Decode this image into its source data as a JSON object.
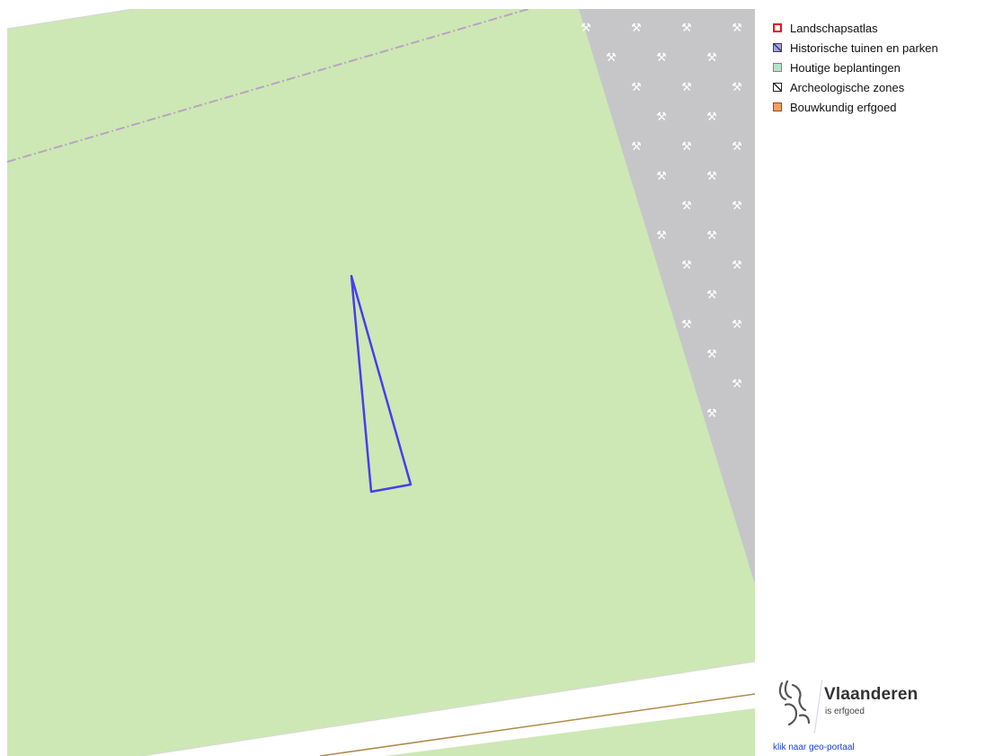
{
  "legend": {
    "items": [
      {
        "label": "Landschapsatlas",
        "icon": "landschapsatlas-swatch-icon",
        "fill": "#ffffff",
        "border": "#e8102a",
        "pattern": "none"
      },
      {
        "label": "Historische tuinen en parken",
        "icon": "historische-tuinen-swatch-icon",
        "fill": "#a8a2e0",
        "border": "#3a3a6a",
        "pattern": "diagonal"
      },
      {
        "label": "Houtige beplantingen",
        "icon": "houtige-beplantingen-swatch-icon",
        "fill": "#b6e2c8",
        "border": "#d0607a",
        "pattern": "none"
      },
      {
        "label": "Archeologische zones",
        "icon": "archeologische-zones-swatch-icon",
        "fill": "#ffffff",
        "border": "#222222",
        "pattern": "diagonal"
      },
      {
        "label": "Bouwkundig erfgoed",
        "icon": "bouwkundig-erfgoed-swatch-icon",
        "fill": "#f0a060",
        "border": "#b04010",
        "pattern": "none"
      }
    ]
  },
  "brand": {
    "name": "Vlaanderen",
    "subtitle": "is erfgoed",
    "logo_icon": "flemish-lion-icon"
  },
  "link": {
    "label": "klik naar geo-portaal"
  },
  "map": {
    "colors": {
      "grass": "#cde8b4",
      "quarry": "#c6c6c8",
      "road": "#ffffff",
      "outline": "#4a3cf0",
      "rail": "#b9a4c2",
      "path": "#b08a4a"
    },
    "icons": {
      "quarry_symbol": "pickaxe-hammer-icon"
    }
  }
}
